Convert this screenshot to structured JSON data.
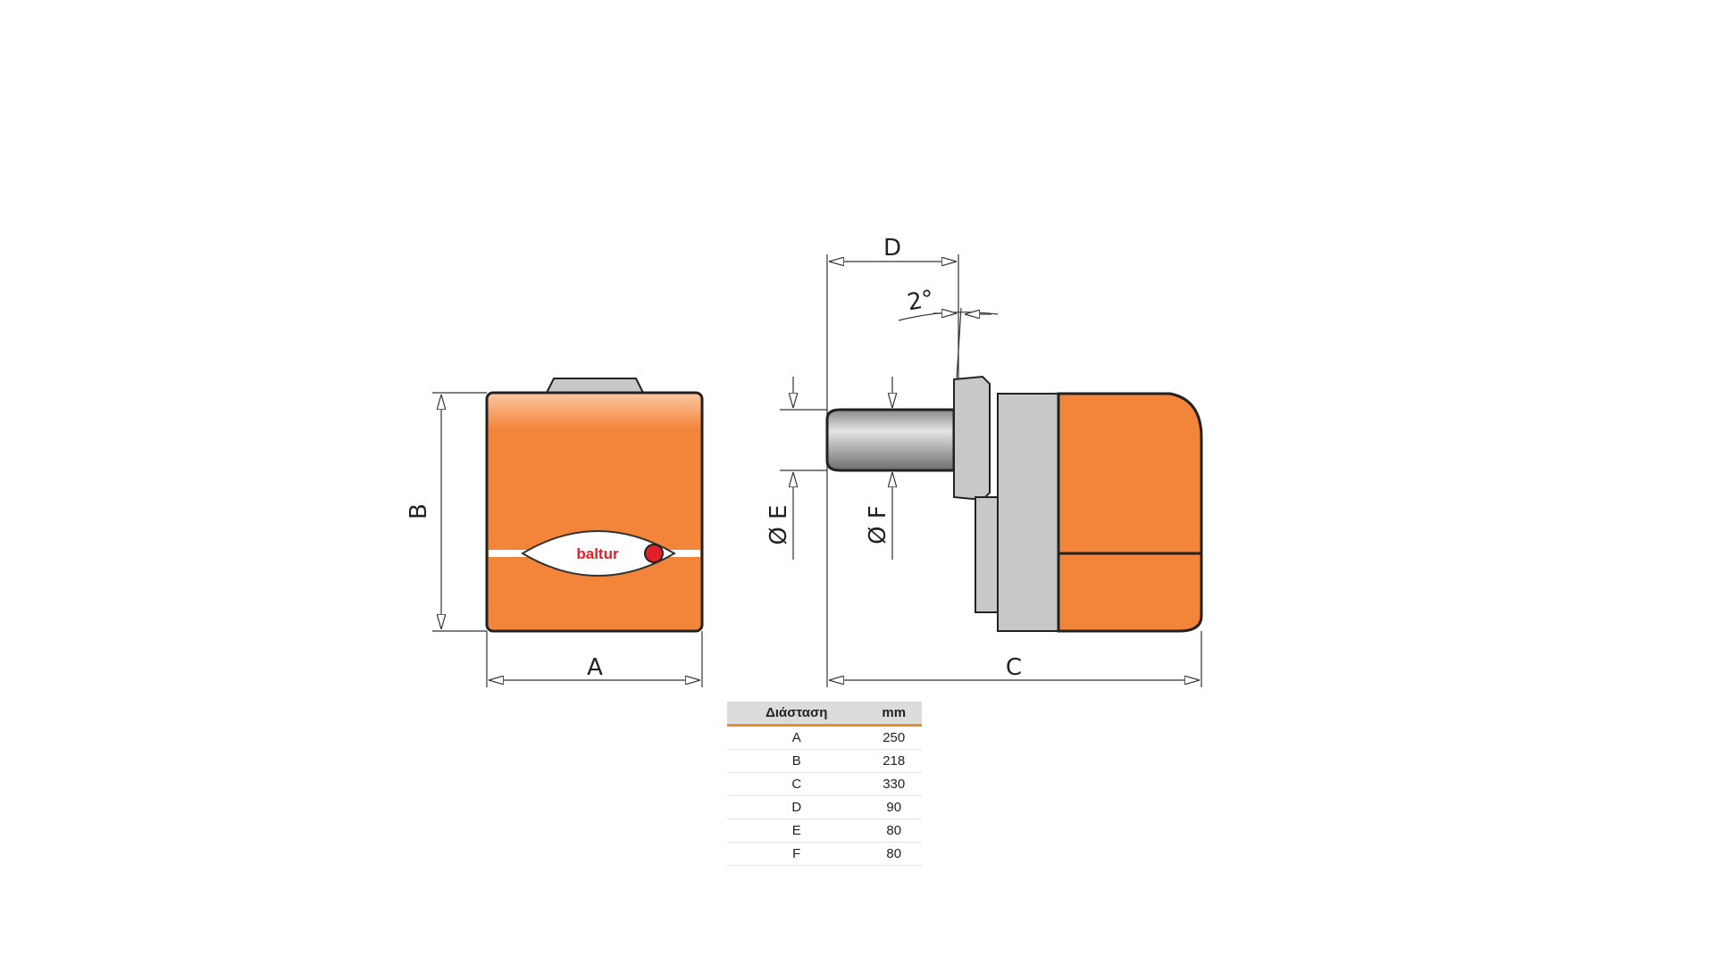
{
  "drawing": {
    "labels": {
      "A": "A",
      "B": "B",
      "C": "C",
      "D": "D",
      "E": "Ø E",
      "F": "Ø F",
      "angle": "2°"
    },
    "brand_logo": "baltur",
    "colors": {
      "body": "#f3853b",
      "grey": "#c8c8c8",
      "logo": "#e3202a"
    }
  },
  "table": {
    "headers": [
      "Διάσταση",
      "mm"
    ],
    "rows": [
      [
        "A",
        "250"
      ],
      [
        "B",
        "218"
      ],
      [
        "C",
        "330"
      ],
      [
        "D",
        "90"
      ],
      [
        "E",
        "80"
      ],
      [
        "F",
        "80"
      ]
    ]
  }
}
